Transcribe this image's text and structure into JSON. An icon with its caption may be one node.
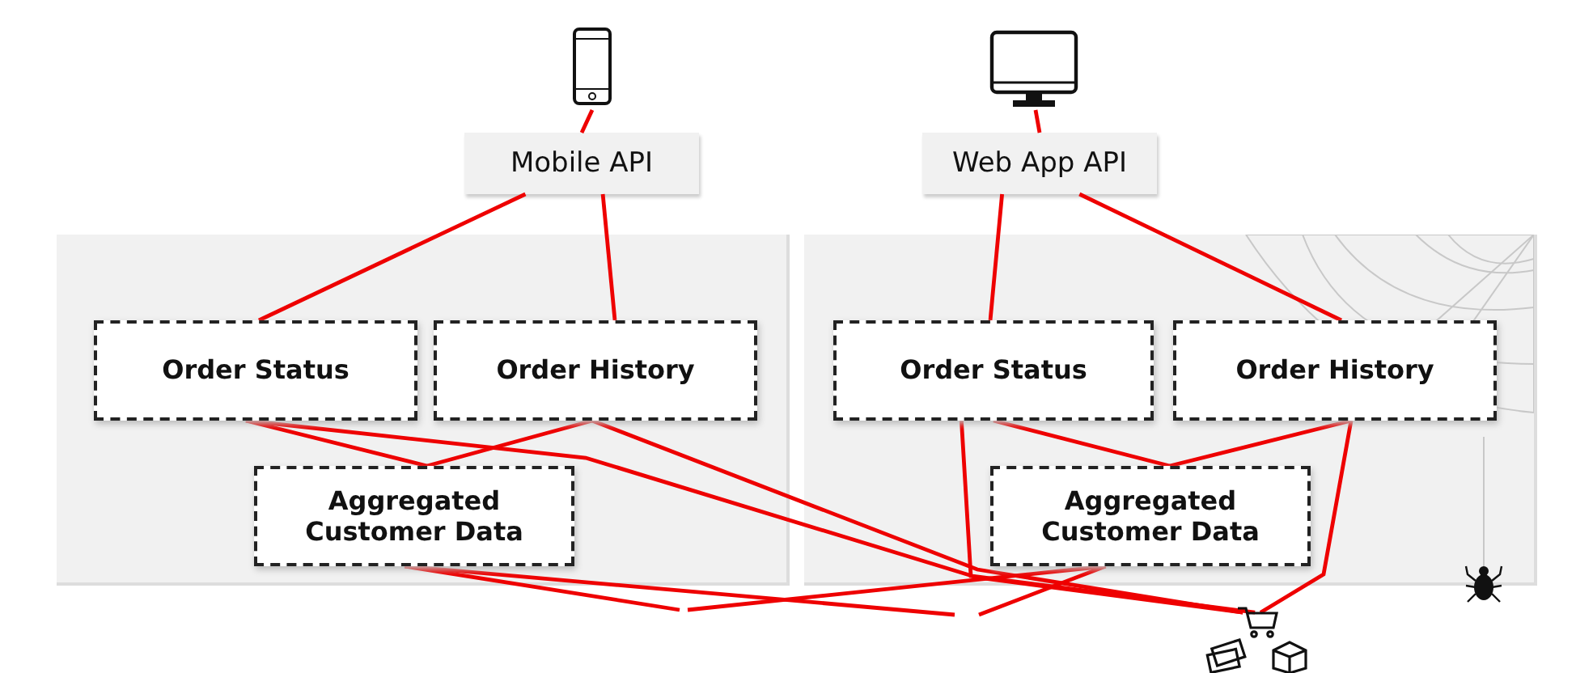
{
  "diagram": {
    "nodes": [
      {
        "text": [],
        "shape": "picture"
      },
      {
        "text": [],
        "shape": "picture"
      },
      {
        "text": [
          "Mobile API"
        ]
      },
      {
        "text": [
          "Web App API"
        ]
      },
      {
        "text": [],
        "shape": "box"
      },
      {
        "text": [
          "Order Status"
        ],
        "in": 4
      },
      {
        "text": [
          "Order History"
        ],
        "in": 4
      },
      {
        "text": [
          "Aggregated Customer Data"
        ],
        "in": 4
      },
      {
        "text": [],
        "shape": "box"
      },
      {
        "text": [
          "Order Status"
        ],
        "in": 8
      },
      {
        "text": [
          "Order History"
        ],
        "in": 8
      },
      {
        "text": [
          "Aggregated Customer Data"
        ],
        "in": 8
      },
      {
        "text": [],
        "shape": "picture"
      }
    ],
    "edges": [
      {
        "from": 0,
        "to": 2,
        "arrow": "none"
      },
      {
        "from": 1,
        "to": 3,
        "arrow": "none"
      },
      {
        "from": 2,
        "to": 5,
        "arrow": "none"
      },
      {
        "from": 2,
        "to": 6,
        "arrow": "none"
      },
      {
        "from": 3,
        "to": 9,
        "arrow": "none"
      },
      {
        "from": 3,
        "to": 10,
        "arrow": "none"
      },
      {
        "from": 5,
        "to": 7,
        "arrow": "none"
      },
      {
        "from": 6,
        "to": 7,
        "arrow": "none"
      },
      {
        "from": 5,
        "to": 12,
        "arrow": "none"
      },
      {
        "from": 6,
        "to": 12,
        "arrow": "none"
      },
      {
        "from": 9,
        "to": 11,
        "arrow": "none"
      },
      {
        "from": 10,
        "to": 11,
        "arrow": "none"
      },
      {
        "from": 9,
        "to": 12,
        "arrow": "none"
      },
      {
        "from": 10,
        "to": 12,
        "arrow": "none"
      },
      {
        "from": 7,
        "to": null,
        "arrow": "none"
      },
      {
        "from": 7,
        "to": null,
        "arrow": "none"
      },
      {
        "from": 11,
        "to": null,
        "arrow": "none"
      },
      {
        "from": 11,
        "to": null,
        "arrow": "none"
      }
    ]
  }
}
